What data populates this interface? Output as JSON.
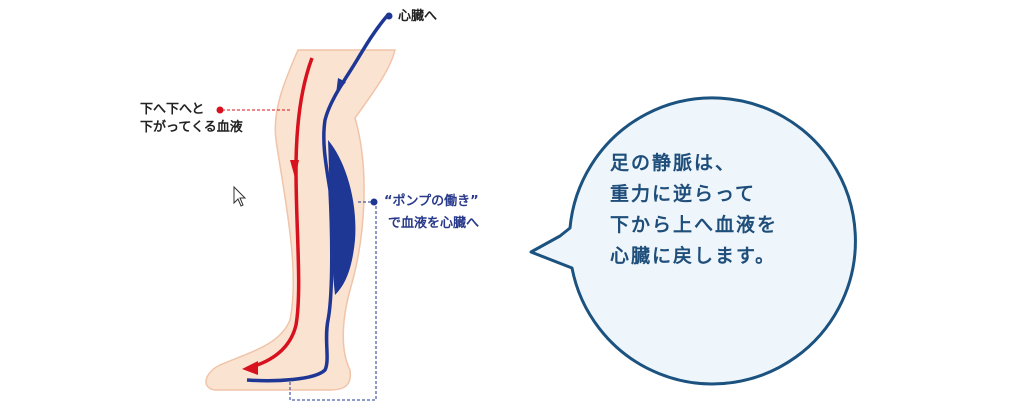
{
  "labels": {
    "to_heart": "心臓へ",
    "down_line1": "下へ下へと",
    "down_line2": "下がってくる血液",
    "pump_line1": "“ポンプの働き”",
    "pump_line2": "で血液を心臓へ"
  },
  "bubble": {
    "lines": [
      "足の静脈は、",
      "重力に逆らって",
      "下から上へ血液を",
      "心臓に戻します。"
    ]
  },
  "colors": {
    "skin": "#fbe3d2",
    "skin_outline": "#f0c4a8",
    "artery_red": "#d7121e",
    "vein_blue": "#1e3794",
    "bubble_fill": "#eef6fc",
    "bubble_stroke": "#1b527f"
  }
}
